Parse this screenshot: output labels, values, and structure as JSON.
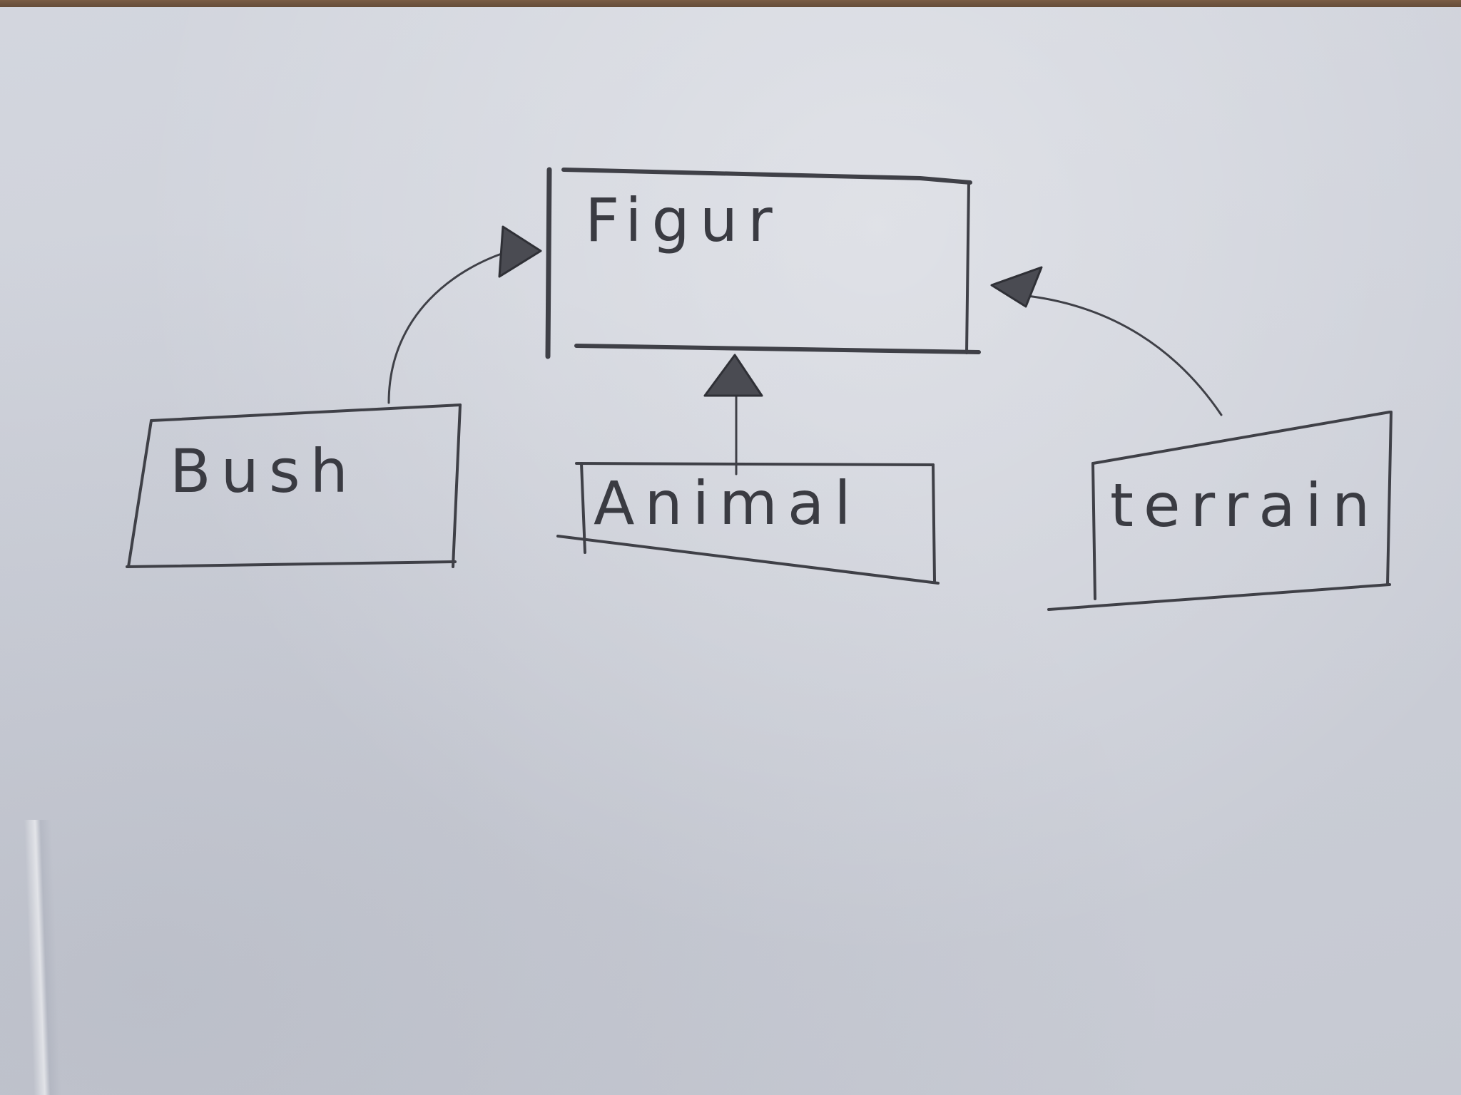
{
  "diagram": {
    "nodes": [
      {
        "id": "figur",
        "label": "Figur"
      },
      {
        "id": "bush",
        "label": "Bush"
      },
      {
        "id": "animal",
        "label": "Animal"
      },
      {
        "id": "terrain",
        "label": "terrain"
      }
    ],
    "edges": [
      {
        "from": "bush",
        "to": "figur",
        "arrow": "hollow-triangle"
      },
      {
        "from": "animal",
        "to": "figur",
        "arrow": "hollow-triangle"
      },
      {
        "from": "terrain",
        "to": "figur",
        "arrow": "hollow-triangle"
      }
    ],
    "colors": {
      "pencil": "#3f4047",
      "paper": "#cfd2db"
    }
  }
}
